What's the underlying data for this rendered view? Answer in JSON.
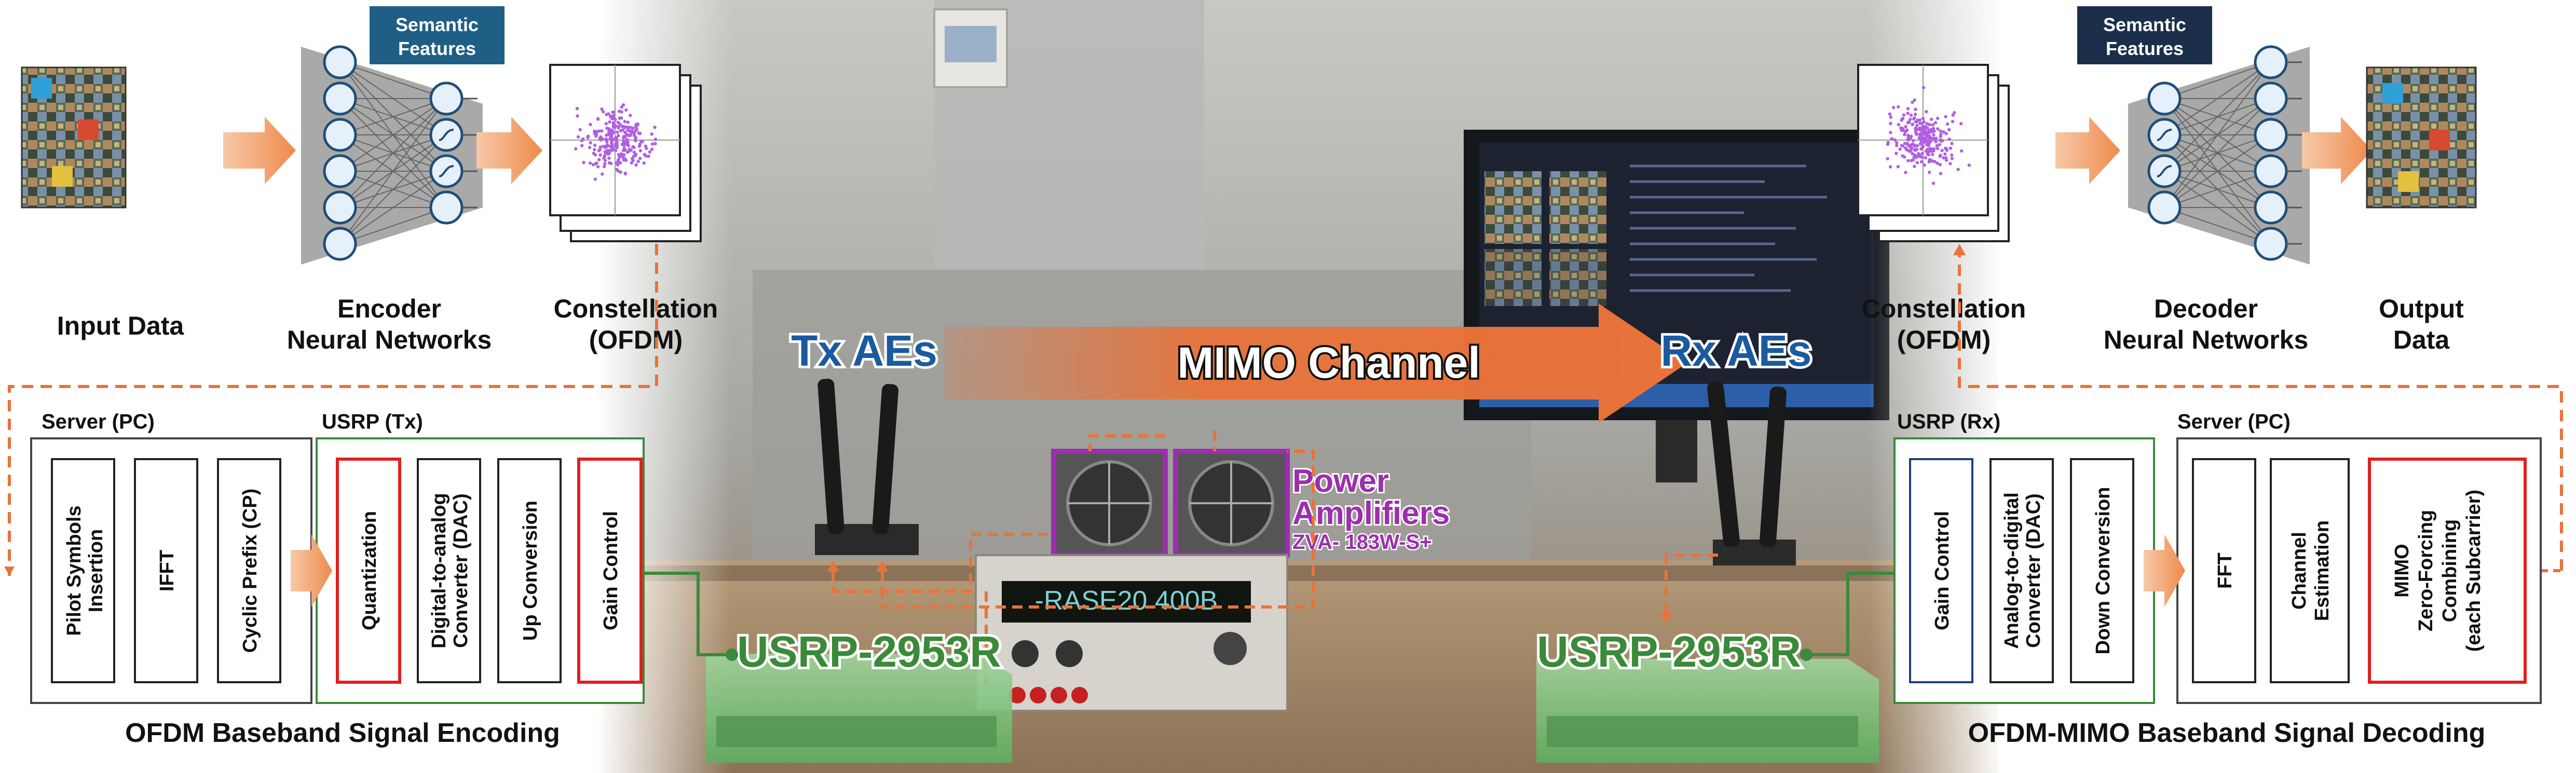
{
  "tx": {
    "input_label": "Input Data",
    "encoder_label_1": "Encoder",
    "encoder_label_2": "Neural Networks",
    "semantic_1": "Semantic",
    "semantic_2": "Features",
    "constellation_1": "Constellation",
    "constellation_2": "(OFDM)",
    "server_title": "Server (PC)",
    "usrp_title": "USRP (Tx)",
    "blocks": {
      "pilot_1": "Pilot Symbols",
      "pilot_2": "Insertion",
      "ifft": "IFFT",
      "cp": "Cyclic Prefix (CP)",
      "quant": "Quantization",
      "dac_1": "Digital-to-analog",
      "dac_2": "Converter (DAC)",
      "upconv": "Up Conversion",
      "gain": "Gain Control"
    },
    "footer": "OFDM Baseband Signal Encoding",
    "ae_label": "Tx AEs",
    "usrp_device": "USRP-2953R"
  },
  "channel": {
    "label": "MIMO Channel"
  },
  "amplifier": {
    "label_1": "Power",
    "label_2": "Amplifiers",
    "model": "ZVA- 183W-S+"
  },
  "rx": {
    "output_label_1": "Output",
    "output_label_2": "Data",
    "decoder_label_1": "Decoder",
    "decoder_label_2": "Neural Networks",
    "semantic_1": "Semantic",
    "semantic_2": "Features",
    "constellation_1": "Constellation",
    "constellation_2": "(OFDM)",
    "usrp_title": "USRP (Rx)",
    "server_title": "Server (PC)",
    "blocks": {
      "gain": "Gain Control",
      "adc_1": "Analog-to-digital",
      "adc_2": "Converter (DAC)",
      "downconv": "Down Conversion",
      "fft": "FFT",
      "chest_1": "Channel",
      "chest_2": "Estimation",
      "zf_1": "MIMO",
      "zf_2": "Zero-Forcing",
      "zf_3": "Combining",
      "zf_4": "(each Subcarrier)"
    },
    "footer": "OFDM-MIMO Baseband Signal Decoding",
    "ae_label": "Rx AEs",
    "usrp_device": "USRP-2953R"
  },
  "lab": {
    "psu_display": "-RASE20 400B"
  },
  "colors": {
    "arrow_orange": "#f0a070",
    "channel_orange": "#e8733a",
    "dash_orange": "#e8733a",
    "usrp_green": "#3a8a3a",
    "highlight_red": "#e02020",
    "purple": "#9b2fae",
    "ae_blue": "#1a5aa0",
    "semantic_box": "#1f5f86",
    "scatter_purple": "#b060e0"
  }
}
